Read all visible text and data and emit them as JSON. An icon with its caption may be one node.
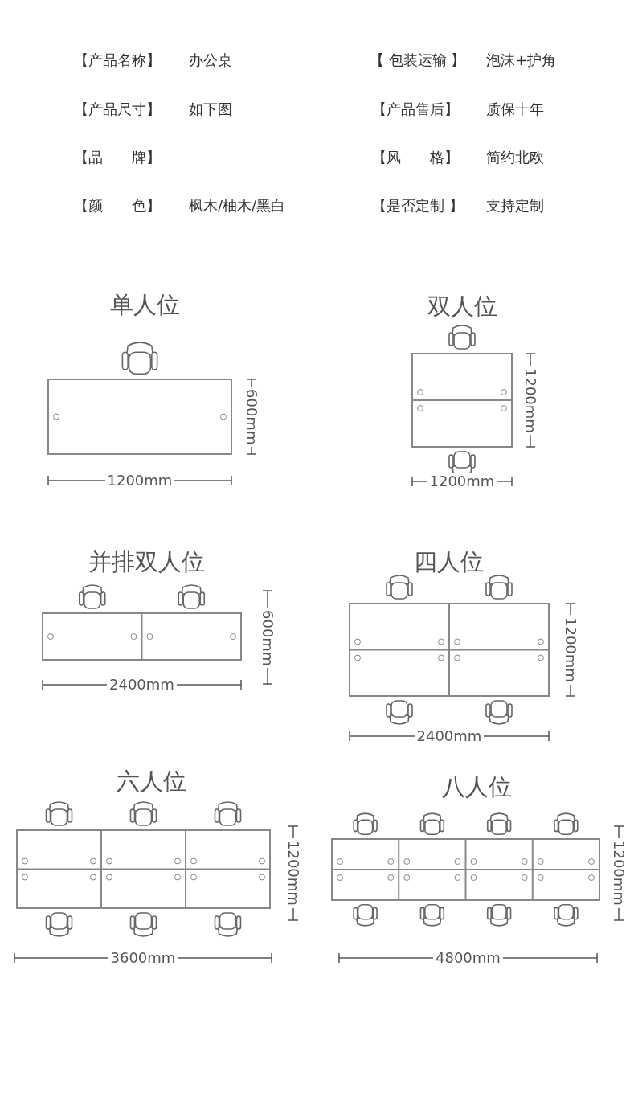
{
  "diagram": {
    "labels": [
      "【产品名称】",
      "办公桌",
      "【 包装运输 】",
      "泡沫+护角",
      "【产品尺寸】",
      "如下图",
      "【产品售后】",
      "质保十年",
      "【品　　牌】",
      "【风　　格】",
      "简约北欧",
      "【颜　　色】",
      "枫木/柚木/黑白",
      "【是否定制 】",
      "支持定制",
      "单人位",
      "600mm",
      "1200mm",
      "双人位",
      "1200mm",
      "1200mm",
      "并排双人位",
      "四人位",
      "600mm",
      "2400mm",
      "1200mm",
      "2400mm",
      "六人位",
      "八人位",
      "1200mm",
      "3600mm",
      "1200mm",
      "4800mm"
    ]
  }
}
